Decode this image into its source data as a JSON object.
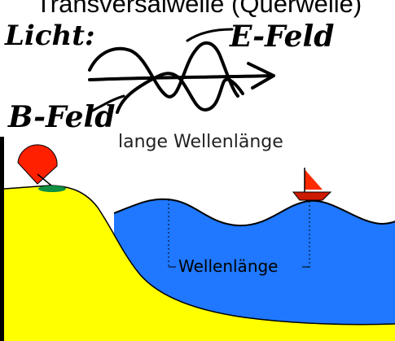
{
  "title": "Transversalwelle (Querwelle)",
  "handwriting": {
    "licht": "Licht:",
    "e_feld": "E-Feld",
    "b_feld": "B-Feld"
  },
  "caption": "lange Wellenlänge",
  "wavelength_label": "Wellenlänge",
  "colors": {
    "sand": "#ffff00",
    "water": "#1f78ff",
    "sun": "#ff2000",
    "grass": "#109040",
    "boat_hull": "#cc1a00",
    "boat_sail": "#ff2a00",
    "ink": "#000000"
  }
}
